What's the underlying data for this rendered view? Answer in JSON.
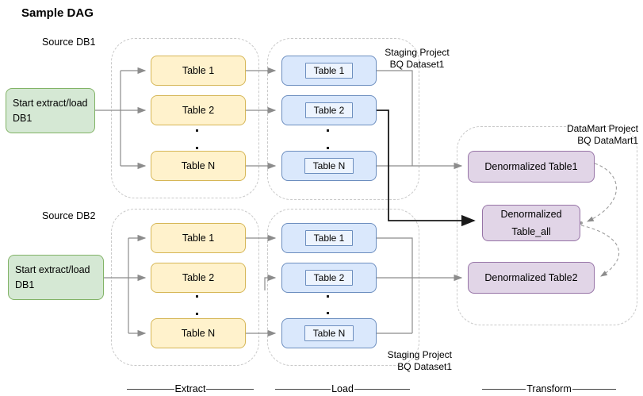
{
  "title": "Sample DAG",
  "sources": {
    "db1": "Source DB1",
    "db2": "Source DB2"
  },
  "start_nodes": {
    "db1": {
      "line1": "Start extract/load",
      "line2": "DB1"
    },
    "db2": {
      "line1": "Start extract/load",
      "line2": "DB1"
    }
  },
  "tables": [
    "Table 1",
    "Table 2",
    "Table N"
  ],
  "staging_label_top": {
    "line1": "Staging Project",
    "line2": "BQ Dataset1"
  },
  "staging_label_bottom": {
    "line1": "Staging Project",
    "line2": "BQ Dataset1"
  },
  "datamart_label": {
    "line1": "DataMart Project",
    "line2": "BQ DataMart1"
  },
  "denormalized": {
    "table1": "Denormalized Table1",
    "table_all_line1": "Denormalized",
    "table_all_line2": "Table_all",
    "table2": "Denormalized Table2"
  },
  "stages": {
    "extract": "Extract",
    "load": "Load",
    "transform": "Transform"
  },
  "icons": {
    "ellipsis_dots": "two stacked dots between Table 2 and Table N"
  },
  "colors": {
    "green_fill": "#d5e8d4",
    "green_border": "#82b366",
    "yellow_fill": "#fff2cc",
    "yellow_border": "#d6b656",
    "blue_fill": "#dae8fc",
    "blue_border": "#6c8ebf",
    "purple_fill": "#e1d5e7",
    "purple_border": "#9673a6",
    "line": "#8c8c8c",
    "dark_line": "#1a1a1a",
    "dashed": "#c9c9c9"
  }
}
